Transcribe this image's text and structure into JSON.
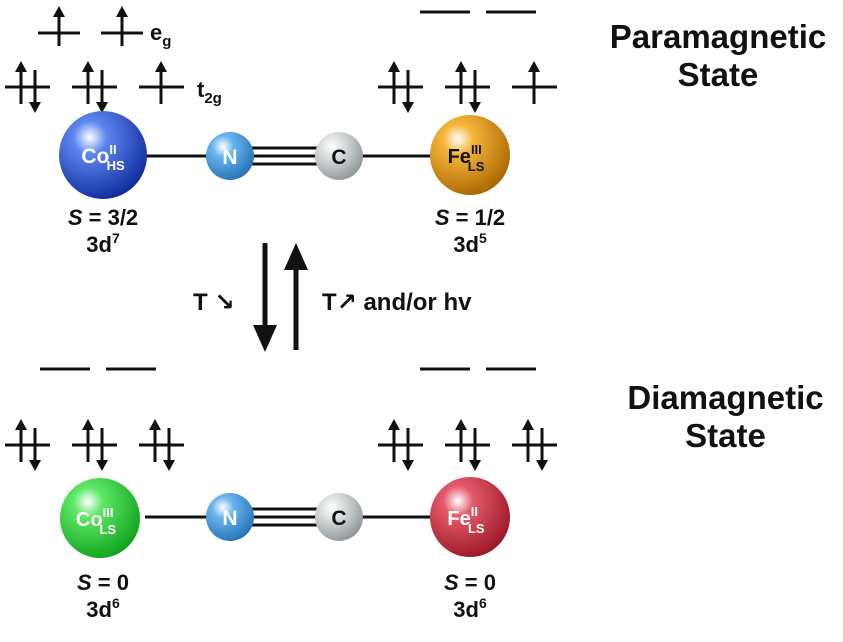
{
  "paramagnetic": {
    "title_line1": "Paramagnetic",
    "title_line2": "State",
    "eg_label": "e",
    "eg_sub": "g",
    "t2g_label": "t",
    "t2g_sub": "2g",
    "left_atom": {
      "symbol": "Co",
      "ox": "II",
      "spin": "HS",
      "color": "#2f5ed8",
      "s_label": "S",
      "s_value": " = 3/2",
      "config": "3d",
      "config_sup": "7"
    },
    "right_atom": {
      "symbol": "Fe",
      "ox": "III",
      "spin": "LS",
      "color": "#e89a12",
      "s_label": "S",
      "s_value": " = 1/2",
      "config": "3d",
      "config_sup": "5"
    },
    "n_atom": {
      "symbol": "N",
      "color": "#4a9ee0"
    },
    "c_atom": {
      "symbol": "C",
      "color": "#c9cfd1"
    }
  },
  "transition": {
    "left_label": "T ↘",
    "right_label": "T↗  and/or hv"
  },
  "diamagnetic": {
    "title_line1": "Diamagnetic",
    "title_line2": "State",
    "left_atom": {
      "symbol": "Co",
      "ox": "III",
      "spin": "LS",
      "color": "#3fd64a",
      "s_label": "S",
      "s_value": " = 0",
      "config": "3d",
      "config_sup": "6"
    },
    "right_atom": {
      "symbol": "Fe",
      "ox": "II",
      "spin": "LS",
      "color": "#d63a4e",
      "s_label": "S",
      "s_value": " = 0",
      "config": "3d",
      "config_sup": "6"
    },
    "n_atom": {
      "symbol": "N",
      "color": "#4a9ee0"
    },
    "c_atom": {
      "symbol": "C",
      "color": "#c9cfd1"
    }
  }
}
